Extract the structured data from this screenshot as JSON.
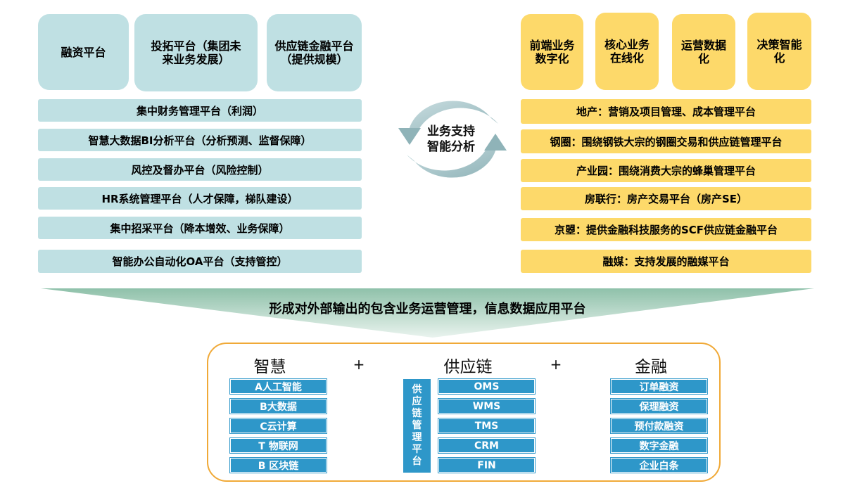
{
  "left": {
    "top_tiles": [
      {
        "label": "融资平台"
      },
      {
        "label": "投拓平台（集团未来业务发展）"
      },
      {
        "label": "供应链金融平台（提供规模）"
      }
    ],
    "bars": [
      {
        "label": "集中财务管理平台（利润）"
      },
      {
        "label": "智慧大数据BI分析平台（分析预测、监督保障）"
      },
      {
        "label": "风控及督办平台（风险控制）"
      },
      {
        "label": "HR系统管理平台（人才保障，梯队建设）"
      },
      {
        "label": "集中招采平台（降本增效、业务保障）"
      },
      {
        "label": "智能办公自动化OA平台（支持管控）"
      }
    ]
  },
  "center": {
    "cycle_line1": "业务支持",
    "cycle_line2": "智能分析"
  },
  "right": {
    "top_tiles": [
      {
        "label": "前端业务数字化"
      },
      {
        "label": "核心业务在线化"
      },
      {
        "label": "运营数据化"
      },
      {
        "label": "决策智能化"
      }
    ],
    "bars": [
      {
        "label": "地产：营销及项目管理、成本管理平台"
      },
      {
        "label": "钢圈：围绕钢铁大宗的钢圈交易和供应链管理平台"
      },
      {
        "label": "产业园：围绕消费大宗的蜂巢管理平台"
      },
      {
        "label": "房联行：房产交易平台（房产SE）"
      },
      {
        "label": "京曌：提供金融科技服务的SCF供应链金融平台"
      },
      {
        "label": "融媒：支持发展的融媒平台"
      }
    ]
  },
  "tagline": "形成对外部输出的包含业务运营管理，信息数据应用平台",
  "bottom": {
    "plus": "+",
    "columns": {
      "wisdom": {
        "title": "智慧",
        "items": [
          "A人工智能",
          "B大数据",
          "C云计算",
          "T 物联网",
          "B 区块链"
        ]
      },
      "supply": {
        "title": "供应链",
        "side_label": [
          "供",
          "应",
          "链",
          "管",
          "理",
          "平",
          "台"
        ],
        "items": [
          "OMS",
          "WMS",
          "TMS",
          "CRM",
          "FIN"
        ]
      },
      "finance": {
        "title": "金融",
        "items": [
          "订单融资",
          "保理融资",
          "预付款融资",
          "数字金融",
          "企业白条"
        ]
      }
    }
  },
  "colors": {
    "blue_tile": "#bfe0e3",
    "yellow_tile": "#fdd96a",
    "item_blue": "#2e97c9",
    "border_orange": "#f0a937",
    "funnel_green": "#9cc8b3"
  }
}
